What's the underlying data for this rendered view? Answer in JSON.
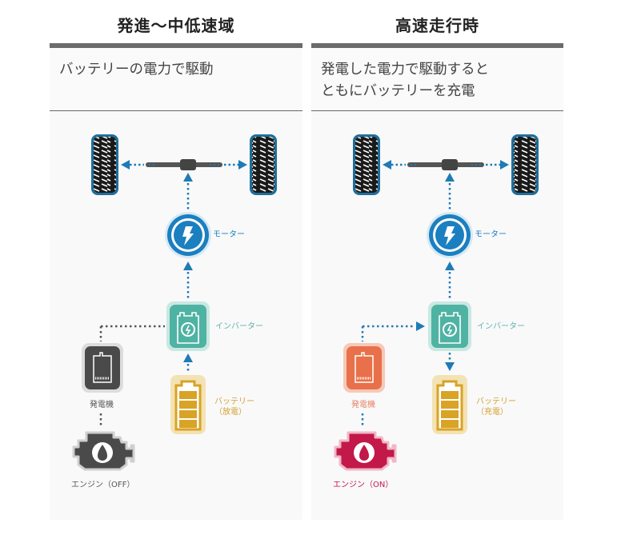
{
  "colors": {
    "flow_blue": "#1f7bb5",
    "motor_blue": "#1b7fc0",
    "inverter_teal": "#4fb3a3",
    "battery_gold": "#d9a326",
    "generator_off": "#4a4a4a",
    "generator_on": "#e8704a",
    "engine_off": "#4a4a4a",
    "engine_on": "#c2184a",
    "label_teal": "#5fb3ad",
    "label_gold": "#d3a02f",
    "label_on_red": "#c2184a",
    "label_on_orange": "#e8806a"
  },
  "panels": [
    {
      "id": "low-mid-speed",
      "title": "発進〜中低速域",
      "description": "バッテリーの電力で駆動",
      "labels": {
        "motor": "モーター",
        "inverter": "インバーター",
        "battery_line1": "バッテリー",
        "battery_line2": "（放電）",
        "generator": "発電機",
        "engine": "エンジン（OFF）"
      },
      "state": {
        "engine": "off",
        "generator": "off",
        "battery_flow": "discharge"
      },
      "icons": [
        "tire-icon",
        "axle-icon",
        "motor-lightning-icon",
        "inverter-icon",
        "battery-icon",
        "generator-icon",
        "engine-icon"
      ]
    },
    {
      "id": "high-speed",
      "title": "高速走行時",
      "description": "発電した電力で駆動すると\nともにバッテリーを充電",
      "labels": {
        "motor": "モーター",
        "inverter": "インバーター",
        "battery_line1": "バッテリー",
        "battery_line2": "（充電）",
        "generator": "発電機",
        "engine": "エンジン（ON）"
      },
      "state": {
        "engine": "on",
        "generator": "on",
        "battery_flow": "charge"
      },
      "icons": [
        "tire-icon",
        "axle-icon",
        "motor-lightning-icon",
        "inverter-icon",
        "battery-icon",
        "generator-icon",
        "engine-icon"
      ]
    }
  ]
}
